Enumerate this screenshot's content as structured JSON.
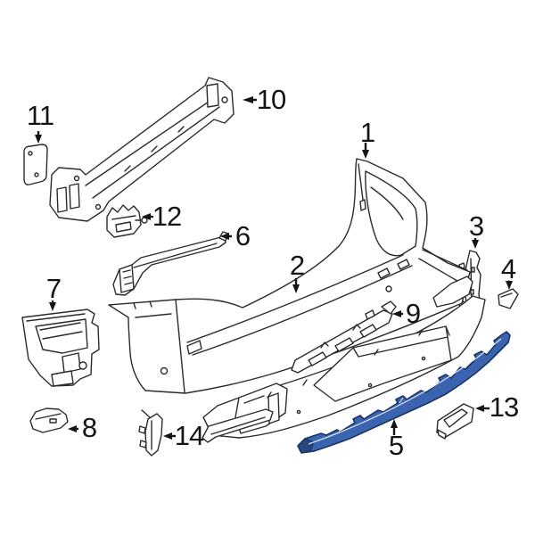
{
  "diagram": {
    "type": "exploded-parts-diagram",
    "background_color": "#ffffff",
    "line_color": "#2b2b2b",
    "highlight_color": "#3a64b0",
    "highlight_outline_color": "#1a3464",
    "highlighted_part_number": "5",
    "callouts": [
      {
        "number": "1"
      },
      {
        "number": "2"
      },
      {
        "number": "3"
      },
      {
        "number": "4"
      },
      {
        "number": "5"
      },
      {
        "number": "6"
      },
      {
        "number": "7"
      },
      {
        "number": "8"
      },
      {
        "number": "9"
      },
      {
        "number": "10"
      },
      {
        "number": "11"
      },
      {
        "number": "12"
      },
      {
        "number": "13"
      },
      {
        "number": "14"
      }
    ]
  }
}
